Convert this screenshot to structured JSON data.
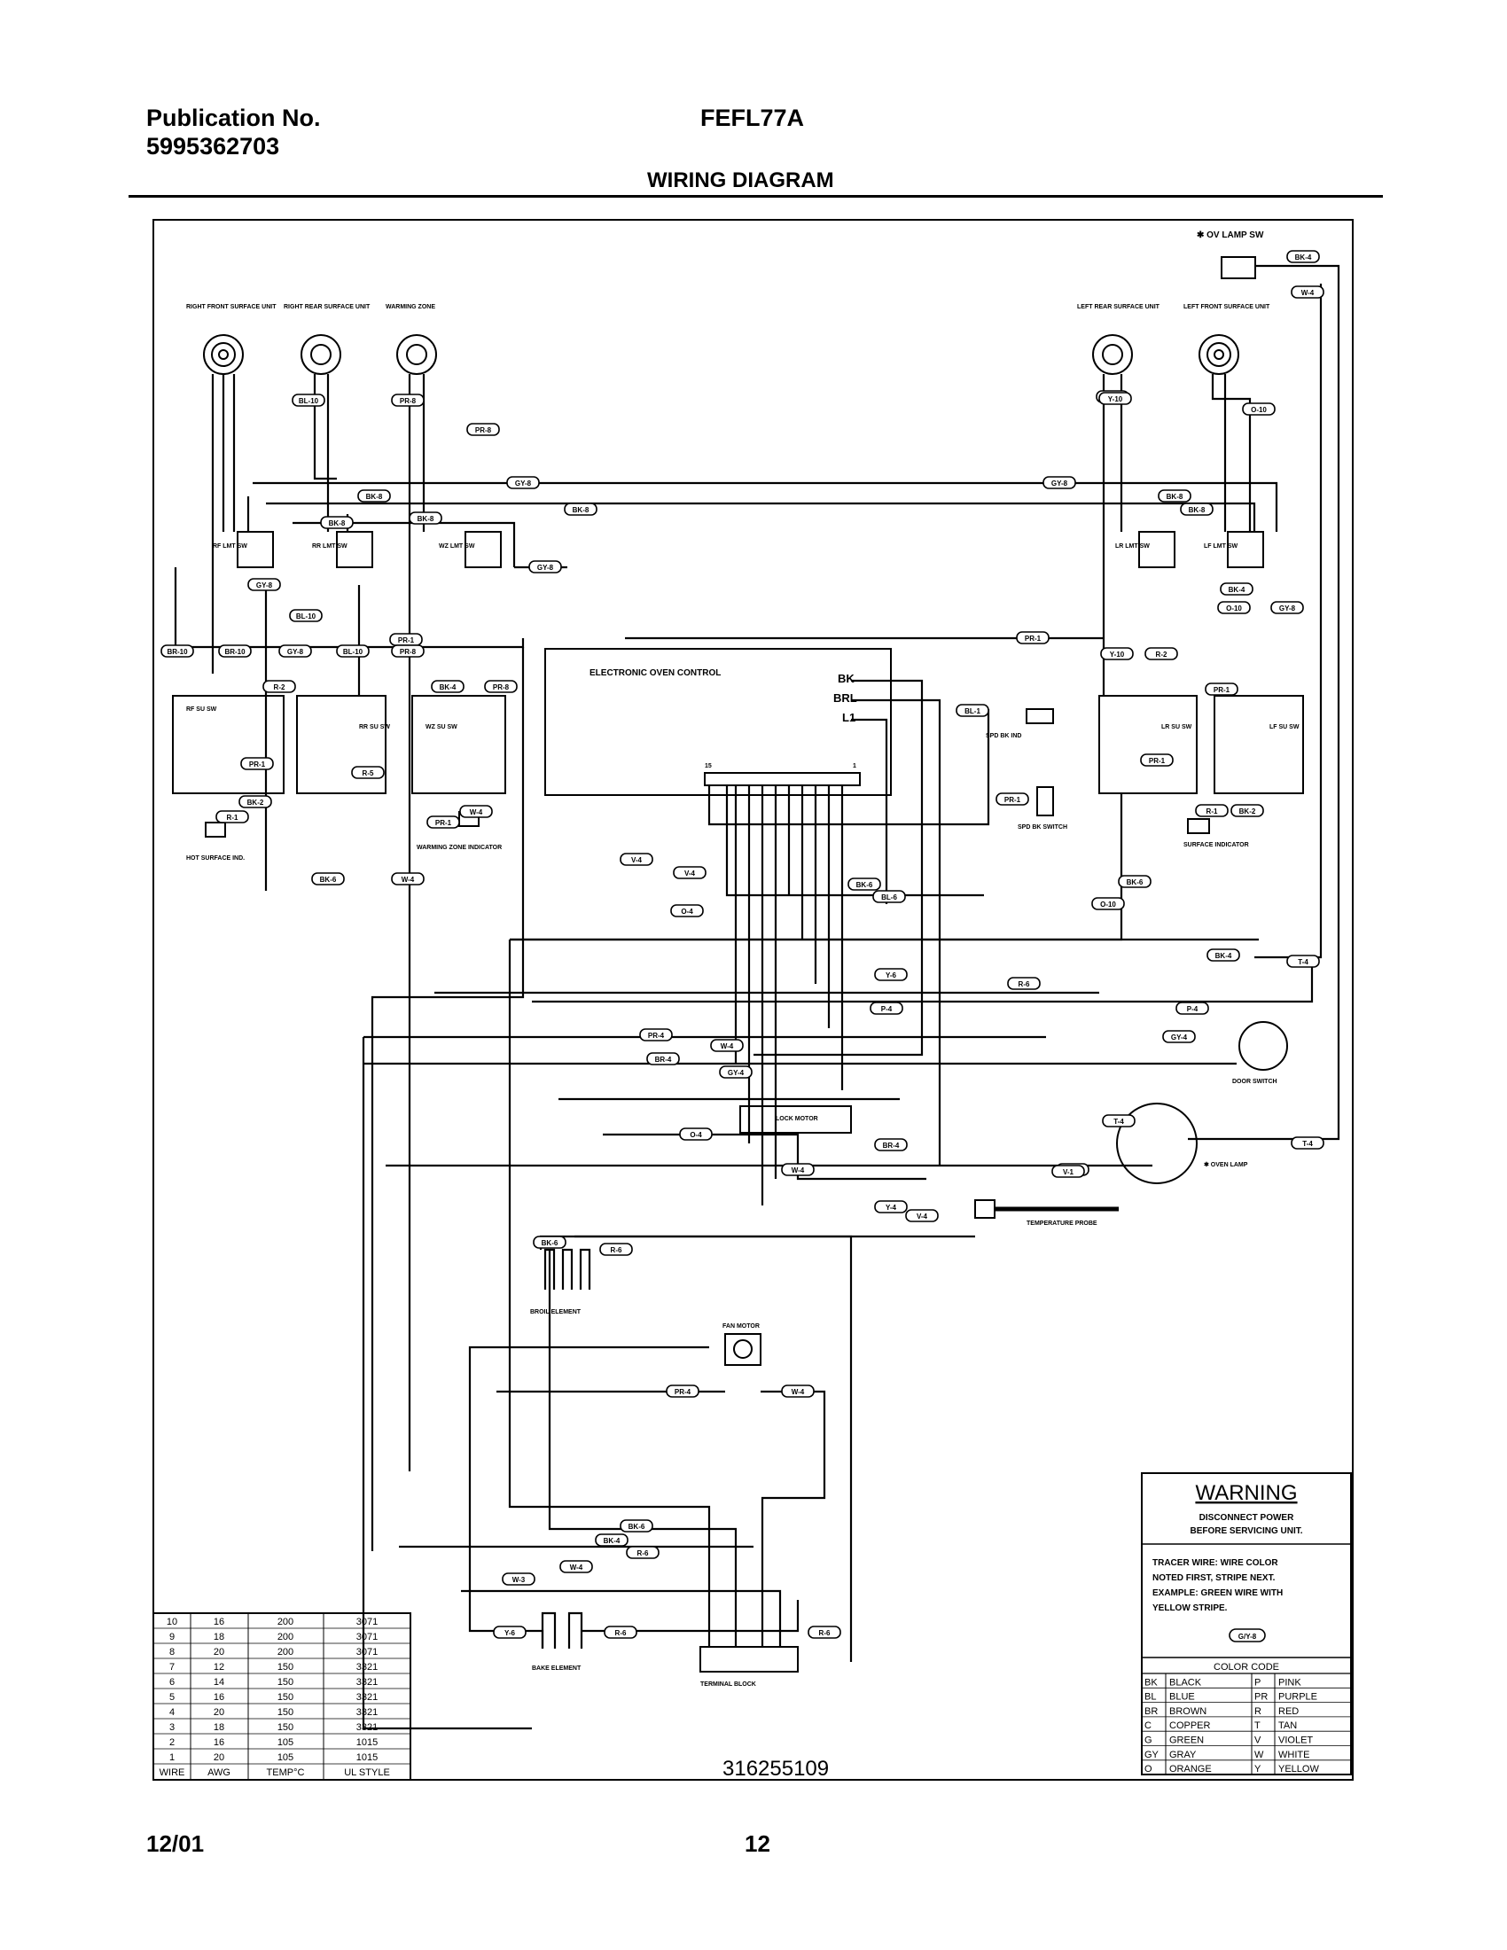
{
  "header": {
    "publication_label": "Publication No.",
    "publication_number": "5995362703",
    "model": "FEFL77A",
    "title": "WIRING DIAGRAM"
  },
  "footer": {
    "date": "12/01",
    "page": "12"
  },
  "diagram": {
    "part_number": "316255109",
    "top_right_label": "✱ OV LAMP SW",
    "surface_units": [
      "RIGHT FRONT SURFACE UNIT",
      "RIGHT REAR SURFACE UNIT",
      "WARMING ZONE",
      "LEFT REAR SURFACE UNIT",
      "LEFT FRONT SURFACE UNIT"
    ],
    "limit_switches": [
      "RF LMT SW",
      "RR LMT SW",
      "WZ LMT SW",
      "LR LMT SW",
      "LF LMT SW"
    ],
    "infinite_switches": [
      "RF SU SW",
      "RR SU SW",
      "WZ SU SW",
      "LR SU SW",
      "LF SU SW"
    ],
    "control": {
      "label": "ELECTRONIC OVEN CONTROL",
      "terminals": [
        "BK",
        "BRL",
        "L1"
      ],
      "pin_left": "15",
      "pin_right": "1"
    },
    "components": [
      "HOT SURFACE IND.",
      "WARMING ZONE INDICATOR",
      "SPD BK IND",
      "SPD BK SWITCH",
      "SURFACE INDICATOR",
      "DOOR SWITCH",
      "LOCK MOTOR",
      "✱ OVEN LAMP",
      "TEMPERATURE PROBE",
      "BROIL ELEMENT",
      "FAN MOTOR",
      "BAKE ELEMENT",
      "TERMINAL BLOCK"
    ],
    "wire_tags": [
      "BL-10",
      "PR-8",
      "PR-8",
      "GY-8",
      "GY-8",
      "BK-8",
      "BK-8",
      "BK-8",
      "BK-8",
      "GY-8",
      "GY-8",
      "BK-8",
      "BK-8",
      "Y-10",
      "O-10",
      "BL-10",
      "PR-1",
      "PR-1",
      "BR-10",
      "BR-10",
      "GY-8",
      "BL-10",
      "PR-8",
      "R-2",
      "PR-1",
      "BK-2",
      "R-1",
      "R-5",
      "BK-4",
      "PR-8",
      "PR-1",
      "W-4",
      "BK-6",
      "W-4",
      "V-4",
      "V-4",
      "BK-6",
      "BL-6",
      "O-4",
      "Y-6",
      "R-6",
      "P-4",
      "P-4",
      "PR-4",
      "W-4",
      "BR-4",
      "GY-4",
      "GY-4",
      "O-4",
      "BR-4",
      "W-4",
      "W-4",
      "T-4",
      "T-4",
      "V-4",
      "Y-4",
      "BK-6",
      "R-6",
      "PR-4",
      "W-4",
      "BK-6",
      "BK-4",
      "R-6",
      "W-4",
      "W-3",
      "Y-6",
      "R-6",
      "R-6",
      "Y-10",
      "Y-10",
      "R-2",
      "PR-1",
      "PR-1",
      "R-1",
      "BK-2",
      "BK-6",
      "O-10",
      "O-10",
      "GY-8",
      "BK-4",
      "BK-4",
      "T-4",
      "BK-4",
      "W-4",
      "V-1",
      "BL-1",
      "PR-1"
    ]
  },
  "warning": {
    "title": "WARNING",
    "lines": [
      "DISCONNECT POWER",
      "BEFORE SERVICING UNIT."
    ],
    "tracer_lines": [
      "TRACER WIRE:   WIRE COLOR",
      "NOTED FIRST, STRIPE NEXT.",
      "EXAMPLE:   GREEN WIRE WITH",
      "YELLOW STRIPE."
    ],
    "example_tag": "G/Y-8"
  },
  "color_code": {
    "title": "COLOR CODE",
    "rows": [
      {
        "c1": "BK",
        "n1": "BLACK",
        "c2": "P",
        "n2": "PINK"
      },
      {
        "c1": "BL",
        "n1": "BLUE",
        "c2": "PR",
        "n2": "PURPLE"
      },
      {
        "c1": "BR",
        "n1": "BROWN",
        "c2": "R",
        "n2": "RED"
      },
      {
        "c1": "C",
        "n1": "COPPER",
        "c2": "T",
        "n2": "TAN"
      },
      {
        "c1": "G",
        "n1": "GREEN",
        "c2": "V",
        "n2": "VIOLET"
      },
      {
        "c1": "GY",
        "n1": "GRAY",
        "c2": "W",
        "n2": "WHITE"
      },
      {
        "c1": "O",
        "n1": "ORANGE",
        "c2": "Y",
        "n2": "YELLOW"
      }
    ]
  },
  "wire_table": {
    "headers": [
      "WIRE",
      "AWG",
      "TEMP°C",
      "UL STYLE"
    ],
    "rows": [
      [
        "10",
        "16",
        "200",
        "3071"
      ],
      [
        "9",
        "18",
        "200",
        "3071"
      ],
      [
        "8",
        "20",
        "200",
        "3071"
      ],
      [
        "7",
        "12",
        "150",
        "3321"
      ],
      [
        "6",
        "14",
        "150",
        "3321"
      ],
      [
        "5",
        "16",
        "150",
        "3321"
      ],
      [
        "4",
        "20",
        "150",
        "3321"
      ],
      [
        "3",
        "18",
        "150",
        "3321"
      ],
      [
        "2",
        "16",
        "105",
        "1015"
      ],
      [
        "1",
        "20",
        "105",
        "1015"
      ]
    ]
  }
}
